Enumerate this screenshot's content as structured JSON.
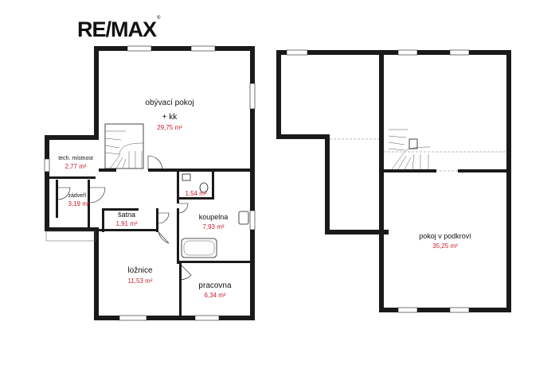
{
  "logo": {
    "text": "RE/MAX",
    "mark": "®"
  },
  "rooms": [
    {
      "name": "obývací pokoj\n+   kk",
      "area": "29,75 m²"
    },
    {
      "name": "tech. místnost",
      "area": "2,77 m²"
    },
    {
      "name": "zádveří",
      "area": "3,19 m²"
    },
    {
      "name": "",
      "area": "1,54 m²"
    },
    {
      "name": "šatna",
      "area": "1,91 m²"
    },
    {
      "name": "koupelna",
      "area": "7,93 m²"
    },
    {
      "name": "ložnice",
      "area": "11,53 m²"
    },
    {
      "name": "pracovna",
      "area": "6,34 m²"
    },
    {
      "name": "pokoj v podkroví",
      "area": "35,25 m²"
    }
  ],
  "colors": {
    "area_text": "#c8202f",
    "walls": "#1a1a1a"
  }
}
